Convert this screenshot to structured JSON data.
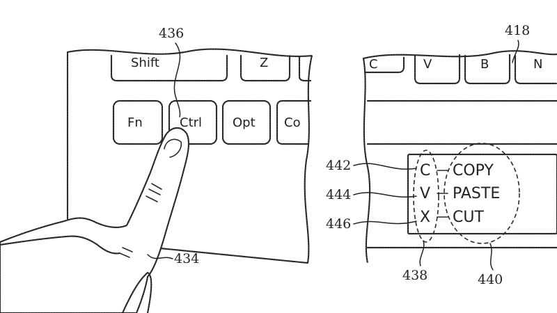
{
  "references": {
    "r436": "436",
    "r418": "418",
    "r442": "442",
    "r444": "444",
    "r446": "446",
    "r434": "434",
    "r438": "438",
    "r440": "440"
  },
  "left_keyboard": {
    "top_keys": [
      "Shift",
      "Z",
      ""
    ],
    "bottom_keys": [
      "Fn",
      "Ctrl",
      "Opt",
      "Co"
    ]
  },
  "right_keyboard": {
    "top_keys": [
      "C",
      "V",
      "B",
      "N"
    ]
  },
  "shortcut_panel": {
    "rows": [
      {
        "key": "C",
        "action": "COPY"
      },
      {
        "key": "V",
        "action": "PASTE"
      },
      {
        "key": "X",
        "action": "CUT"
      }
    ]
  }
}
